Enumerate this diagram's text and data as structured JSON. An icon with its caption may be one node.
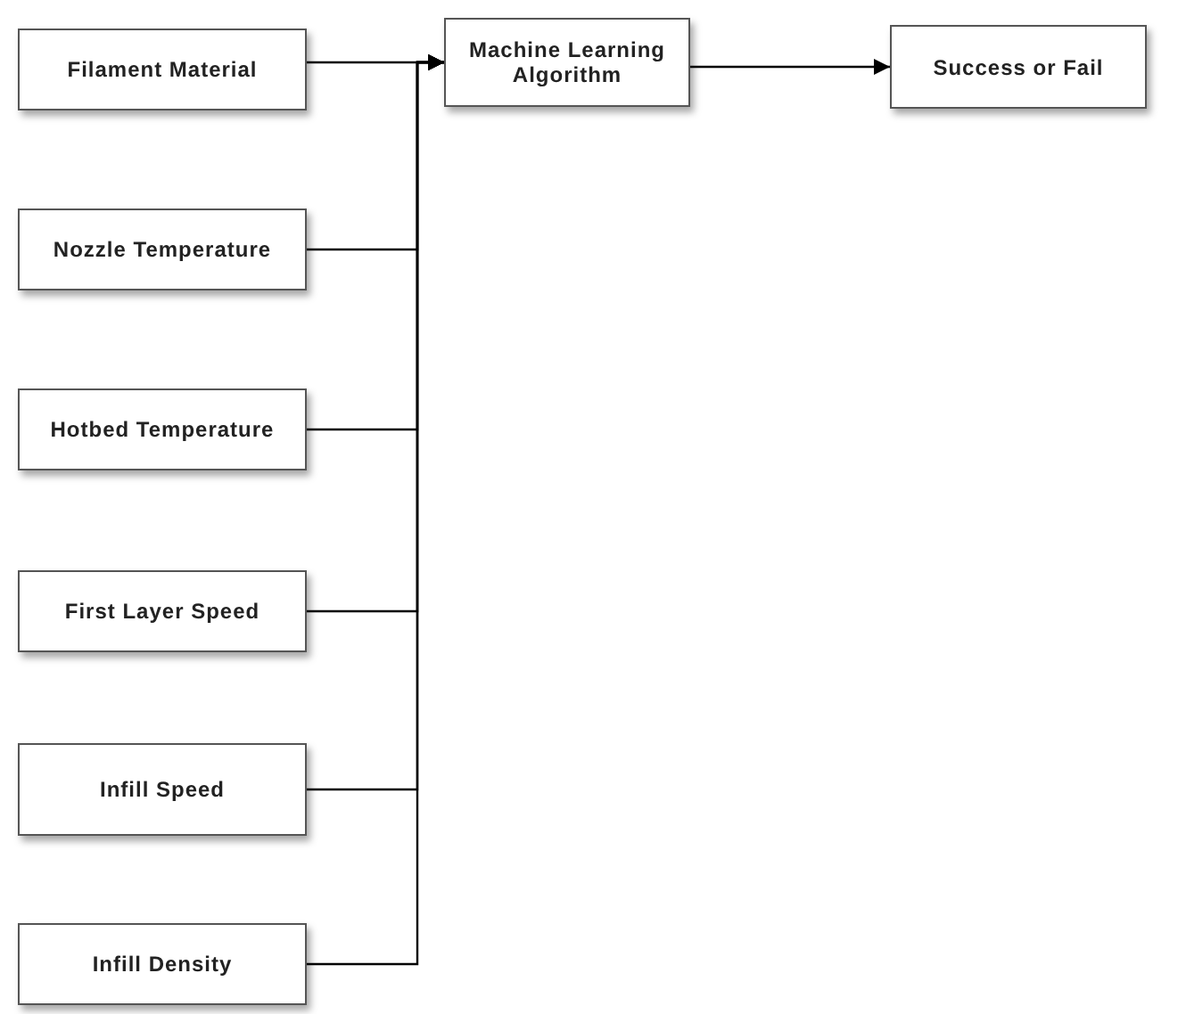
{
  "diagram": {
    "nodes": [
      {
        "text": [
          "Filament Material"
        ]
      },
      {
        "text": [
          "Nozzle Temperature"
        ]
      },
      {
        "text": [
          "Hotbed Temperature"
        ]
      },
      {
        "text": [
          "First Layer Speed"
        ]
      },
      {
        "text": [
          "Infill Speed"
        ]
      },
      {
        "text": [
          "Infill Density"
        ]
      },
      {
        "text": [
          "Machine Learning Algorithm"
        ]
      },
      {
        "text": [
          "Success or Fail"
        ]
      }
    ],
    "edges": [
      {
        "from": 0,
        "to": 6,
        "arrow": "to"
      },
      {
        "from": 1,
        "to": 6,
        "arrow": "to"
      },
      {
        "from": 2,
        "to": 6,
        "arrow": "to"
      },
      {
        "from": 3,
        "to": 6,
        "arrow": "to"
      },
      {
        "from": 4,
        "to": 6,
        "arrow": "to"
      },
      {
        "from": 5,
        "to": 6,
        "arrow": "to"
      },
      {
        "from": 6,
        "to": 7,
        "arrow": "to"
      }
    ]
  }
}
